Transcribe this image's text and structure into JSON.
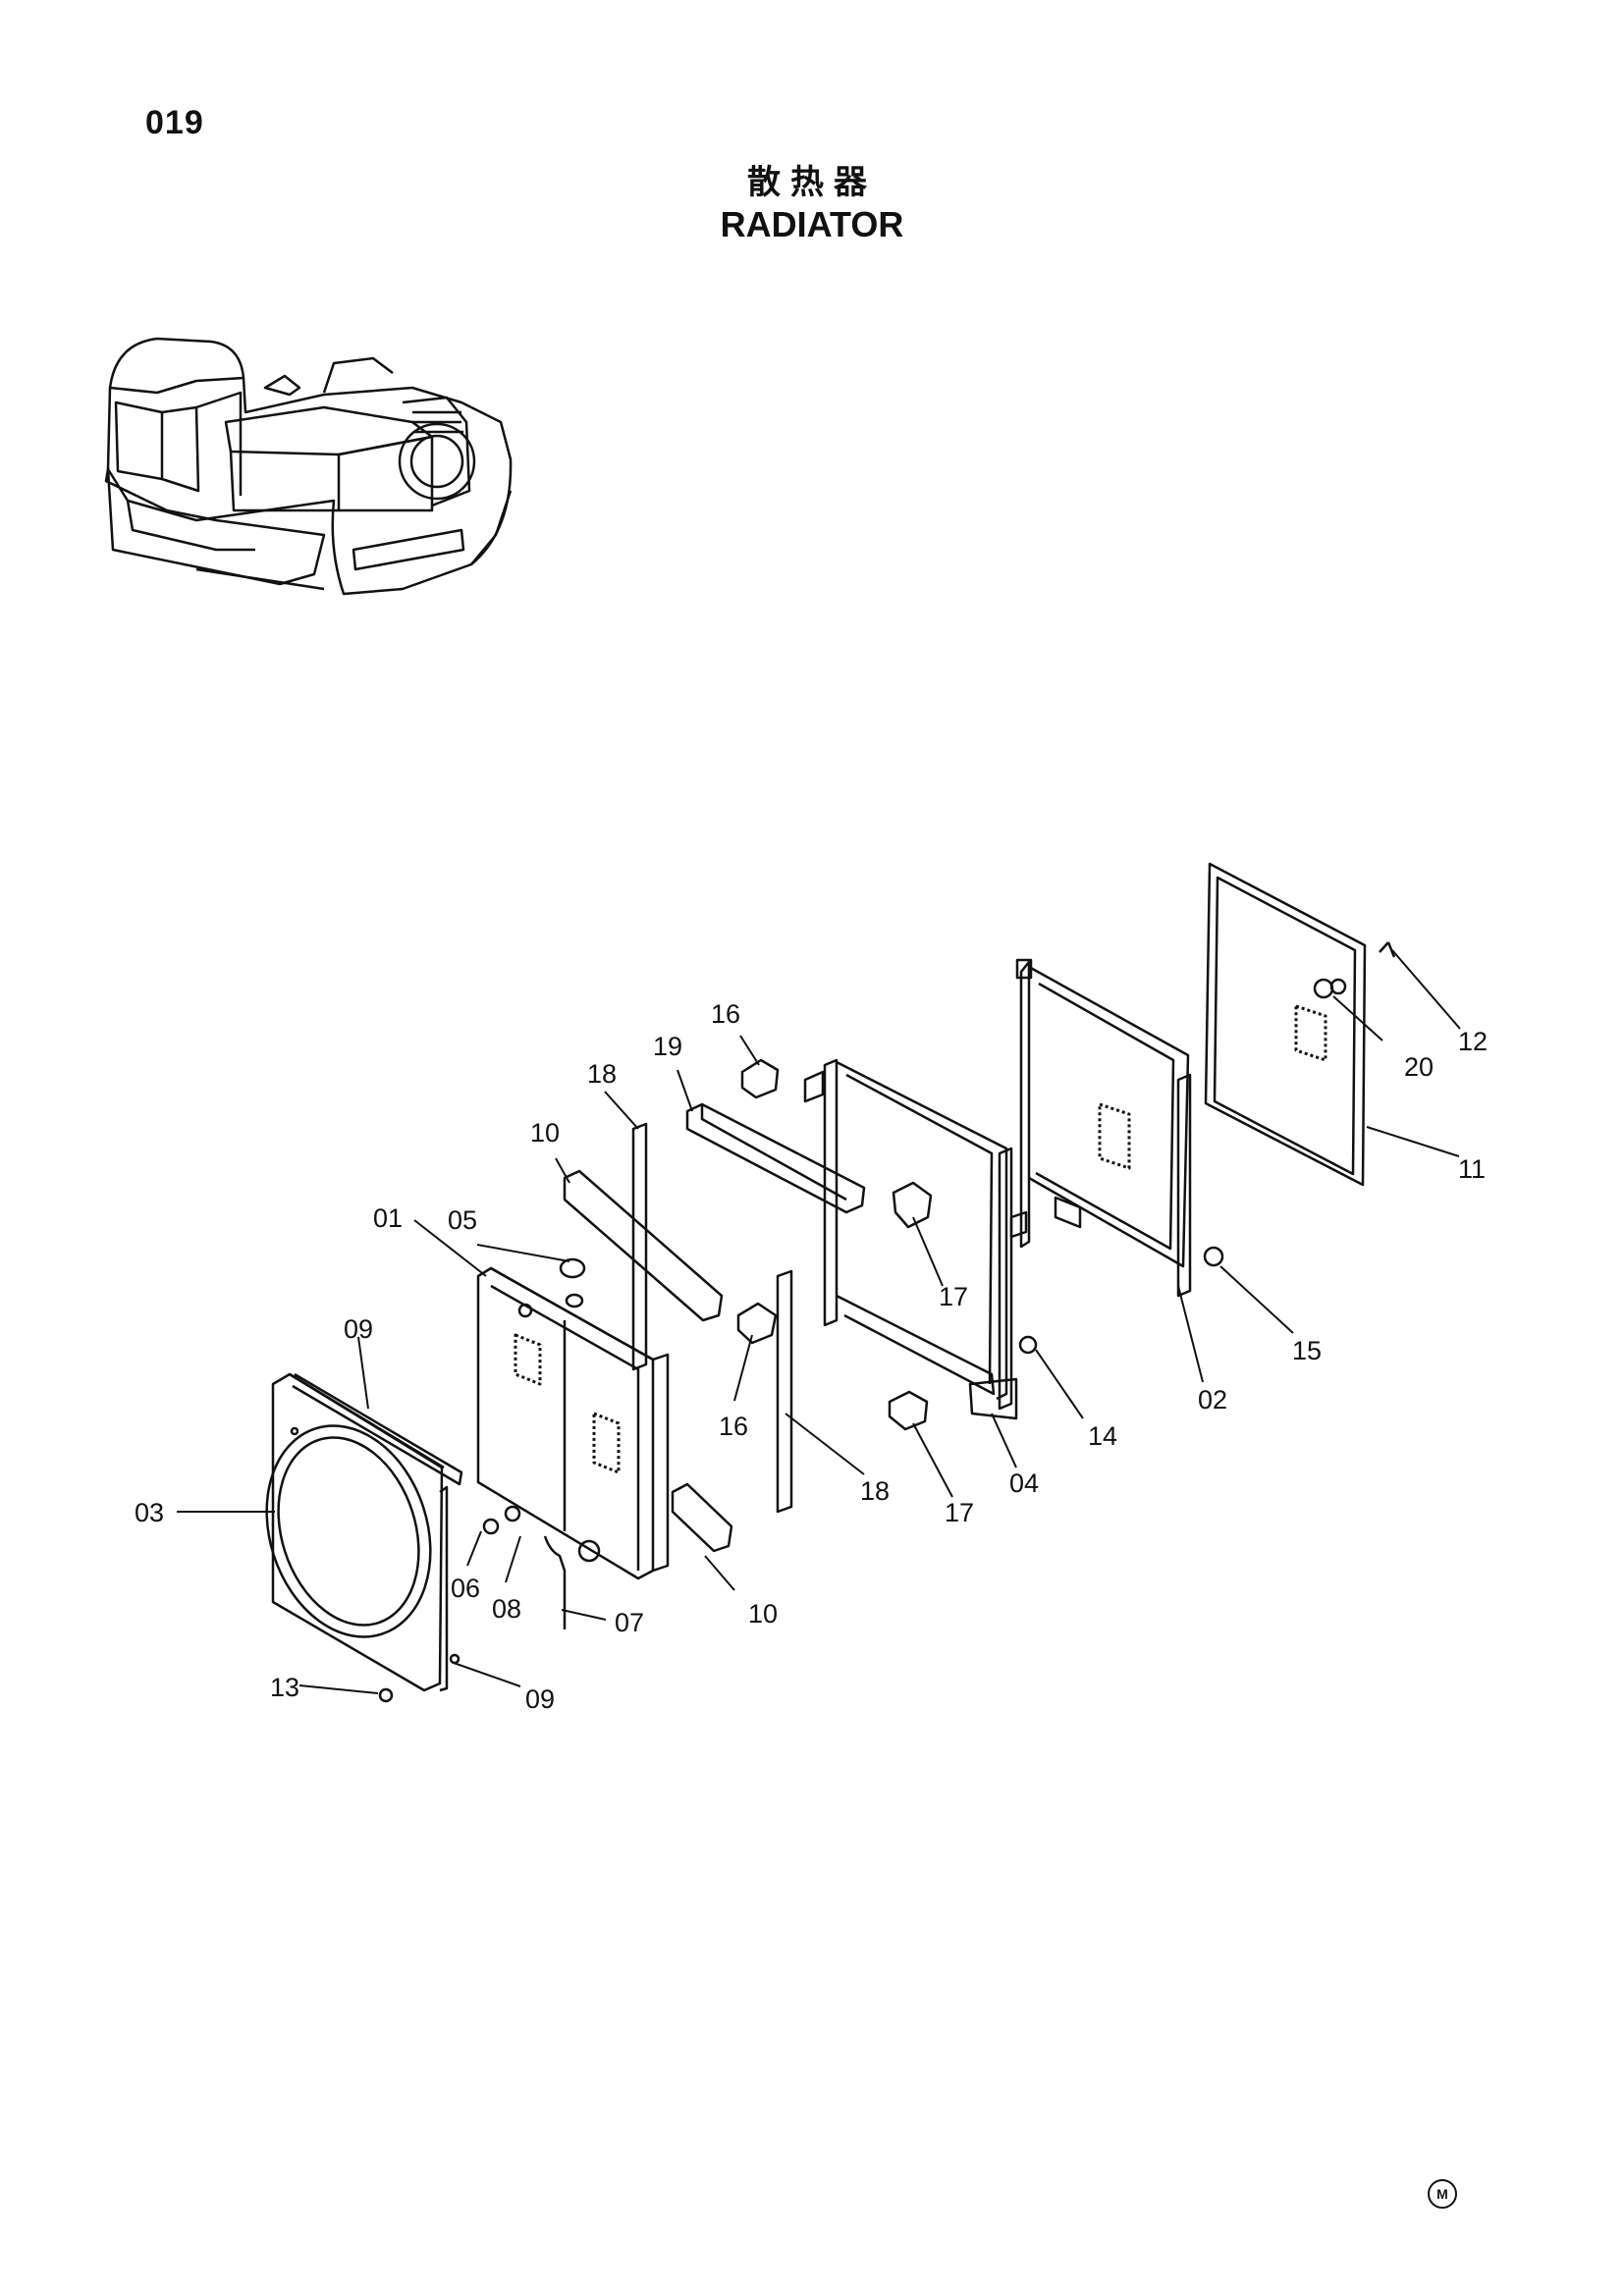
{
  "page_number": "019",
  "title_cn": "散热器",
  "title_en": "RADIATOR",
  "footer_mark": "M",
  "callouts": [
    {
      "id": "01",
      "label": "01"
    },
    {
      "id": "02",
      "label": "02"
    },
    {
      "id": "03",
      "label": "03"
    },
    {
      "id": "04",
      "label": "04"
    },
    {
      "id": "05",
      "label": "05"
    },
    {
      "id": "06",
      "label": "06"
    },
    {
      "id": "07",
      "label": "07"
    },
    {
      "id": "08",
      "label": "08"
    },
    {
      "id": "09a",
      "label": "09"
    },
    {
      "id": "09b",
      "label": "09"
    },
    {
      "id": "10a",
      "label": "10"
    },
    {
      "id": "10b",
      "label": "10"
    },
    {
      "id": "11",
      "label": "11"
    },
    {
      "id": "12",
      "label": "12"
    },
    {
      "id": "13",
      "label": "13"
    },
    {
      "id": "14",
      "label": "14"
    },
    {
      "id": "15",
      "label": "15"
    },
    {
      "id": "16a",
      "label": "16"
    },
    {
      "id": "16b",
      "label": "16"
    },
    {
      "id": "17a",
      "label": "17"
    },
    {
      "id": "17b",
      "label": "17"
    },
    {
      "id": "18a",
      "label": "18"
    },
    {
      "id": "18b",
      "label": "18"
    },
    {
      "id": "19",
      "label": "19"
    },
    {
      "id": "20",
      "label": "20"
    }
  ]
}
